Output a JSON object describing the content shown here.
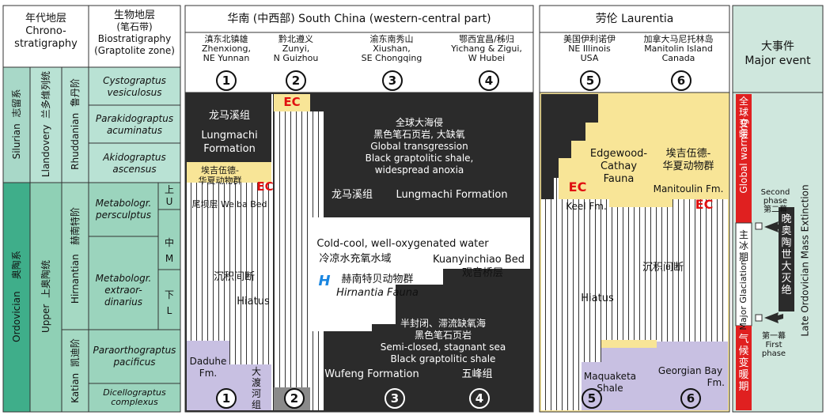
{
  "colors": {
    "silurian": "#a8d8c8",
    "ordovician": "#3fae8a",
    "zone_s": "#b9e2d4",
    "zone_o": "#9bd4bd",
    "black": "#2b2b2b",
    "yellow": "#f8e597",
    "purple": "#c8c0e2",
    "gray": "#8a8a8a",
    "event": "#cfe7dd",
    "red": "#e02020"
  },
  "headers": {
    "chrono_cn": "年代地层",
    "chrono_en1": "Chrono-",
    "chrono_en2": "stratigraphy",
    "bio_cn1": "生物地层",
    "bio_cn2": "(笔石带)",
    "bio_en1": "Biostratigraphy",
    "bio_en2": "(Graptolite zone)",
    "south_china": "华南 (中西部) South China (western-central part)",
    "laurentia": "劳伦 Laurentia",
    "event_cn": "大事件",
    "event_en": "Major event"
  },
  "localities": [
    {
      "num": "1",
      "cn": "滇东北镇雄",
      "en1": "Zhenxiong,",
      "en2": "NE Yunnan"
    },
    {
      "num": "2",
      "cn": "黔北遵义",
      "en1": "Zunyi,",
      "en2": "N Guizhou"
    },
    {
      "num": "3",
      "cn": "渝东南秀山",
      "en1": "Xiushan,",
      "en2": "SE Chongqing"
    },
    {
      "num": "4",
      "cn": "鄂西宜昌/秭归",
      "en1": "Yichang & Zigui,",
      "en2": "W Hubei"
    },
    {
      "num": "5",
      "cn": "美国伊利诺伊",
      "en1": "NE Illinois",
      "en2": "USA"
    },
    {
      "num": "6",
      "cn": "加拿大马尼托林岛",
      "en1": "Manitolin Island",
      "en2": "Canada"
    }
  ],
  "systems": {
    "silurian_cn": "志留系",
    "silurian_en": "Silurian",
    "ordovician_cn": "奥陶系",
    "ordovician_en": "Ordovician"
  },
  "series": {
    "llandovery_cn": "兰多维列统",
    "llandovery_en": "Llandovery",
    "upper_cn": "上奥陶统",
    "upper_en": "Upper"
  },
  "stages": {
    "rhuddanian_cn": "鲁丹阶",
    "rhuddanian_en": "Rhuddanian",
    "hirnantian_cn": "赫南特阶",
    "hirnantian_en": "Hirnantian",
    "katian_cn": "凯迪阶",
    "katian_en": "Katian"
  },
  "zones": [
    {
      "l1": "Cystograptus",
      "l2": "vesiculosus"
    },
    {
      "l1": "Parakidograptus",
      "l2": "acuminatus"
    },
    {
      "l1": "Akidograptus",
      "l2": "ascensus"
    },
    {
      "l1": "Metabologr.",
      "l2": "persculptus"
    },
    {
      "l1": "Metabologr.",
      "l2": "extraor-",
      "l3": "dinarius"
    },
    {
      "l1": "Paraorthograptus",
      "l2": "pacificus"
    },
    {
      "l1": "Dicellograptus",
      "l2": "complexus"
    }
  ],
  "subzones": {
    "u_cn": "上",
    "u": "U",
    "m_cn": "中",
    "m": "M",
    "l_cn": "下",
    "l": "L"
  },
  "labels": {
    "ec": "EC",
    "lungmachi_cn": "龙马溪组",
    "lungmachi_en1": "Lungmachi",
    "lungmachi_en2": "Formation",
    "hhf_cn": "埃吉伍德-",
    "hhf_cn2": "华夏动物群",
    "weiba": "尾坝层 Weiba Bed",
    "hiatus_cn": "沉积间断",
    "hiatus_en": "Hiatus",
    "daduhe1": "Daduhe",
    "daduhe2": "Fm.",
    "daduhe_cn": "大渡河组",
    "global_cn": "全球大海侵",
    "global_cn2": "黑色笔石页岩, 大缺氧",
    "global_en1": "Global transgression",
    "global_en2": "Black graptolitic shale,",
    "global_en3": "widespread anoxia",
    "lungmachi_mid_cn": "龙马溪组",
    "lungmachi_mid_en": "Lungmachi Formation",
    "cold_en": "Cold-cool, well-oxygenated water",
    "cold_cn": "冷凉水充氧水域",
    "kuan_en": "Kuanyinchiao Bed",
    "kuan_cn": "观音桥层",
    "hfauna_h": "H",
    "hfauna_cn": "赫南特贝动物群",
    "hfauna_en": "Hirnantia Fauna",
    "semi_cn": "半封闭、滞流缺氧海",
    "semi_cn2": "黑色笔石页岩",
    "semi_en1": "Semi-closed, stagnant sea",
    "semi_en2": "Black graptolitic shale",
    "wufeng_en": "Wufeng  Formation",
    "wufeng_cn": "五峰组",
    "edgewood1": "Edgewood-",
    "edgewood2": "Cathay",
    "edgewood3": "Fauna",
    "keel": "Keel Fm.",
    "manitoulin": "Manitoulin Fm.",
    "maquoketa1": "Maquaketa",
    "maquoketa2": "Shale",
    "georgian1": "Georgian Bay",
    "georgian2": "Fm."
  },
  "events": {
    "gw_cn": "全球变暖",
    "gw_en": "Global warming",
    "glac_cn": "主冰期",
    "glac_en": "Major Glaciation",
    "cc_cn": "气候变暖期",
    "second_en": "Second",
    "second_en2": "phase",
    "second_cn": "第二幕",
    "first_cn": "第一幕",
    "first_en": "First",
    "first_en2": "phase",
    "extinct_cn": "晚奥陶世大灭绝",
    "extinct_en": "Late Ordovician Mass Extinction"
  }
}
